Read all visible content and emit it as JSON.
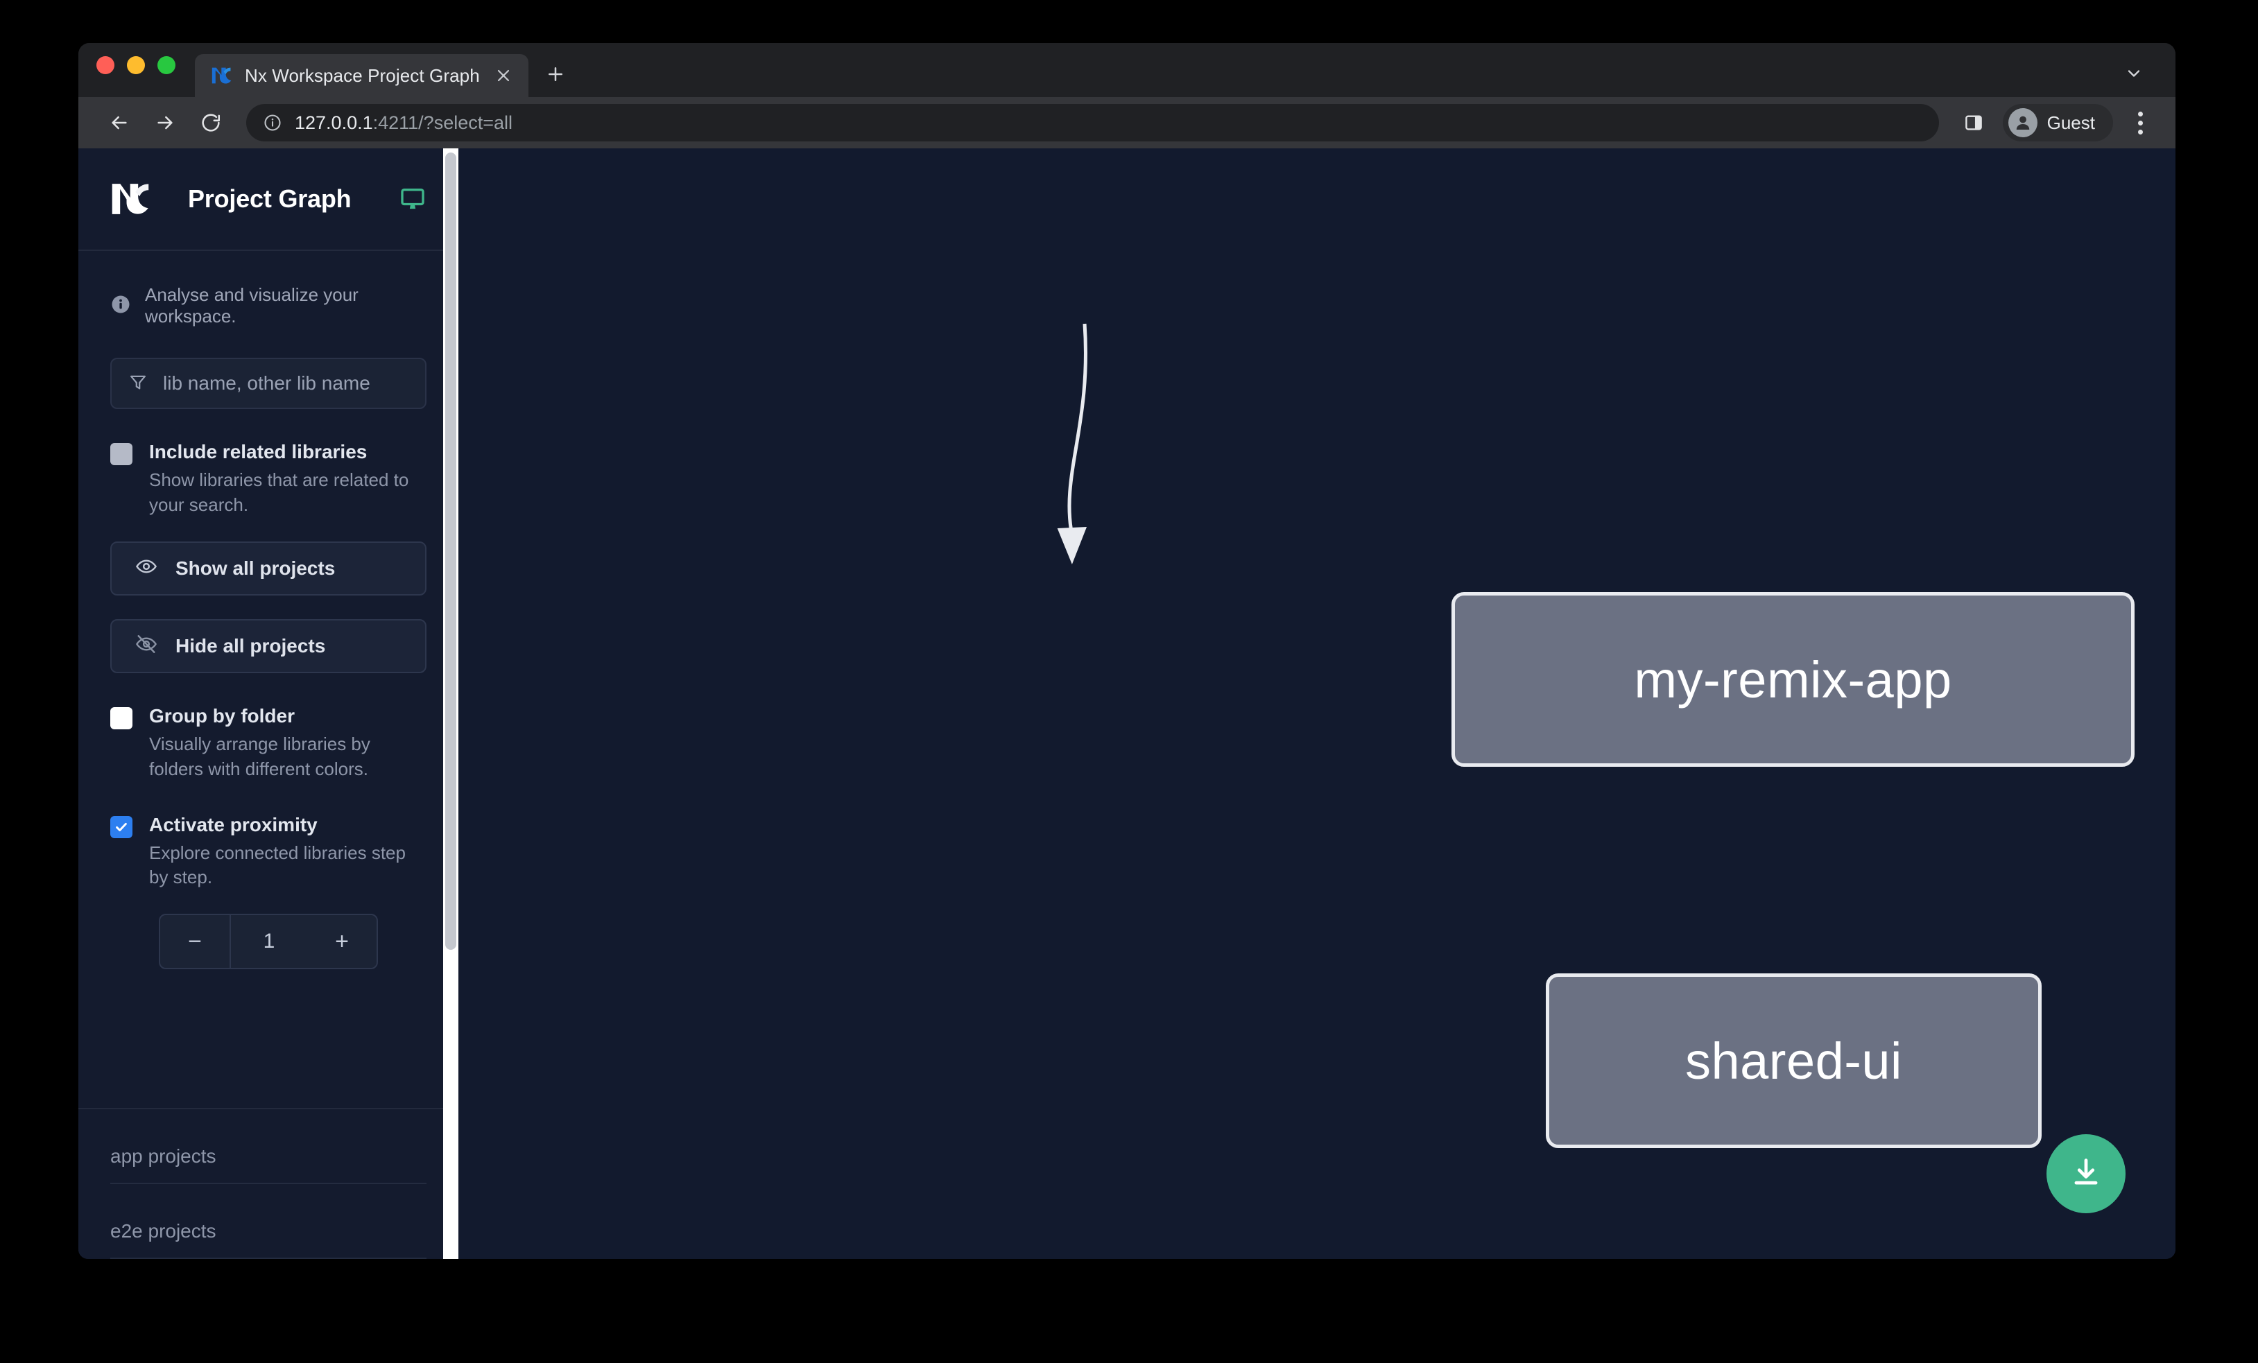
{
  "browser": {
    "tab": {
      "title": "Nx Workspace Project Graph",
      "favicon_icon": "nx-favicon-icon",
      "close_icon": "close-icon"
    },
    "new_tab_icon": "plus-icon",
    "tabstrip_caret_icon": "chevron-down-icon",
    "toolbar": {
      "back_icon": "arrow-left-icon",
      "forward_icon": "arrow-right-icon",
      "reload_icon": "reload-icon",
      "site_info_icon": "info-circle-icon",
      "url_host": "127.0.0.1",
      "url_rest": ":4211/?select=all",
      "side_panel_icon": "side-panel-icon",
      "profile_name": "Guest",
      "profile_avatar_icon": "person-icon",
      "menu_icon": "kebab-menu-icon"
    }
  },
  "sidebar": {
    "logo_icon": "nx-logo-icon",
    "title": "Project Graph",
    "monitor_icon": "monitor-icon",
    "info": {
      "icon": "info-icon",
      "text": "Analyse and visualize your workspace."
    },
    "filter": {
      "icon": "filter-icon",
      "placeholder": "lib name, other lib name",
      "value": ""
    },
    "options": [
      {
        "id": "include-related-libraries",
        "label": "Include related libraries",
        "description": "Show libraries that are related to your search.",
        "checkbox_state": "gray",
        "checked": false
      },
      {
        "id": "group-by-folder",
        "label": "Group by folder",
        "description": "Visually arrange libraries by folders with different colors.",
        "checkbox_state": "white",
        "checked": false
      },
      {
        "id": "activate-proximity",
        "label": "Activate proximity",
        "description": "Explore connected libraries step by step.",
        "checkbox_state": "blue",
        "checked": true
      }
    ],
    "buttons": [
      {
        "id": "show-all-projects",
        "label": "Show all projects",
        "icon": "eye-icon"
      },
      {
        "id": "hide-all-projects",
        "label": "Hide all projects",
        "icon": "eye-slash-icon"
      }
    ],
    "stepper": {
      "decrement_label": "−",
      "value": "1",
      "increment_label": "+"
    },
    "groups": [
      {
        "id": "app-projects",
        "label": "app projects"
      },
      {
        "id": "e2e-projects",
        "label": "e2e projects"
      }
    ],
    "scrollbar": {
      "visible": true
    }
  },
  "graph": {
    "background_color": "#121a2e",
    "node_fill_color": "#6b7183",
    "node_border_color": "#e9ebf0",
    "edge_color": "#e9ebf0",
    "nodes": [
      {
        "id": "my-remix-app",
        "label": "my-remix-app"
      },
      {
        "id": "shared-ui",
        "label": "shared-ui"
      }
    ],
    "edges": [
      {
        "from": "my-remix-app",
        "to": "shared-ui"
      }
    ],
    "download_button": {
      "icon": "download-icon",
      "color": "#3fb68b"
    }
  }
}
